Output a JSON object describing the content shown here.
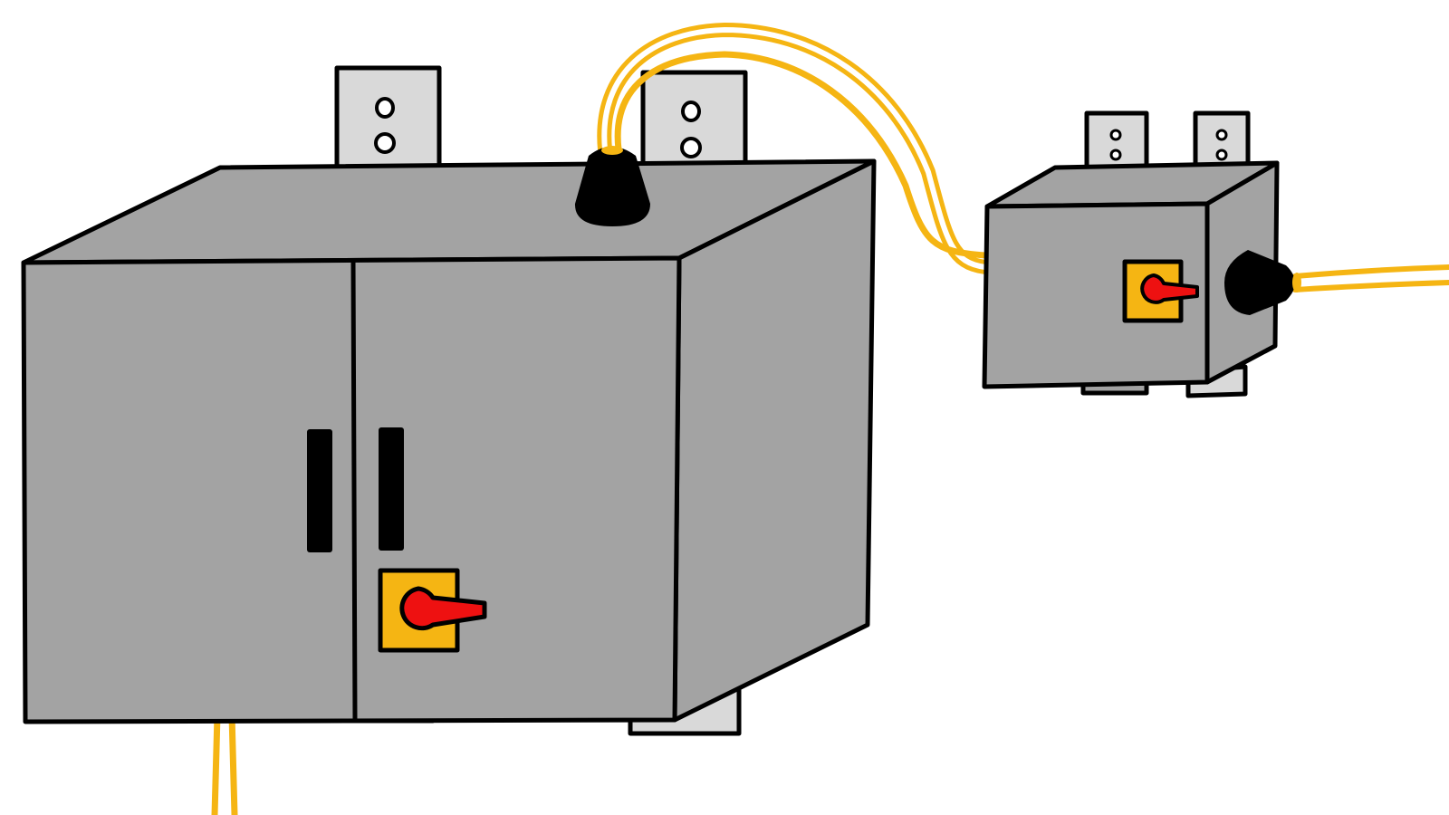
{
  "scene": {
    "background": "#ffffff",
    "colors": {
      "cabinet": "#a3a3a3",
      "cabinet_side": "#a0a0a0",
      "bracket": "#d9d9d9",
      "outline": "#000000",
      "cable": "#f5b513",
      "cable_core": "#ffffff",
      "switch_plate": "#f5b513",
      "switch_handle": "#ee1111",
      "grommet": "#000000"
    },
    "main_cabinet": {
      "doors": 2,
      "door_handles": 2,
      "mounting_brackets": 2,
      "switch_icon": "rotary-disconnect-switch-icon",
      "cable_entry_icon": "cable-grommet-icon"
    },
    "small_enclosure": {
      "mounting_brackets": 2,
      "switch_icon": "rotary-disconnect-switch-icon",
      "cable_entry_icon": "cable-grommet-icon"
    },
    "cables": 3
  }
}
